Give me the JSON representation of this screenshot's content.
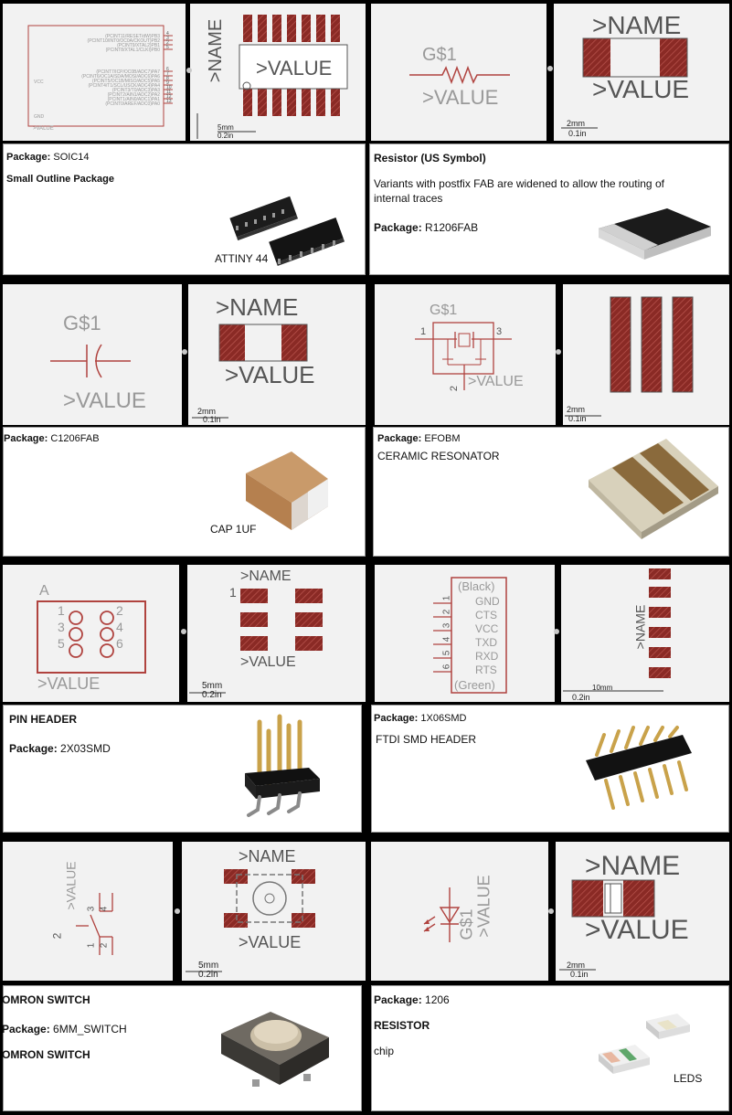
{
  "colors": {
    "symbol": "#b0433f",
    "pad": "#8a2a25",
    "text_gray": "#999999"
  },
  "cells": [
    {
      "id": "soic14",
      "symbol": {
        "power": "VCC",
        "gnd": "GND",
        "value": ">VALUE",
        "pins": [
          "(PCINT11/RESET/dW)PB3",
          "(PCINT10/INT0/OC0A/CKOUT)PB2",
          "(PCINT9/XTAL2)PB1",
          "(PCINT8/XTAL1/CLKI)PB0",
          "(PCINT7/ICP/OC0B/ADC7)PA7",
          "(PCINT6/OC1A/SDA/MOSI/ADC6)PA6",
          "(PCINT5/OC1B/MISO/ADC5)PA5",
          "(PCINT4/T1/SCL/USCK/ADC4)PA4",
          "(PCINT3/T0/ADC3)PA3",
          "(PCINT2/AIN1/ADC2)PA2",
          "(PCINT1/AIN0/ADC1)PA1",
          "(PCINT0/AREF/ADC0)PA0"
        ],
        "pin_numbers": [
          "4",
          "3",
          "2",
          "5",
          "6",
          "7",
          "8",
          "9",
          "10",
          "11",
          "12",
          "13"
        ]
      },
      "footprint": {
        "name": ">NAME",
        "value": ">VALUE",
        "scale_metric": "5mm",
        "scale_imperial": "0.2in"
      },
      "lines": [
        {
          "bold": "Package:",
          "text": " SOIC14"
        },
        {
          "bold": "Small Outline Package",
          "text": ""
        },
        {
          "bold": "",
          "text": "ATTINY 44"
        }
      ]
    },
    {
      "id": "r1206fab",
      "symbol": {
        "name": "G$1",
        "value": ">VALUE"
      },
      "footprint": {
        "name": ">NAME",
        "value": ">VALUE",
        "scale_metric": "2mm",
        "scale_imperial": "0.1in"
      },
      "lines": [
        {
          "bold": "Resistor (US Symbol)",
          "text": ""
        },
        {
          "bold": "",
          "text": "Variants with postfix FAB are widened to allow the routing of"
        },
        {
          "bold": "",
          "text": "internal traces"
        },
        {
          "bold": "Package:",
          "text": " R1206FAB"
        }
      ]
    },
    {
      "id": "c1206fab",
      "symbol": {
        "name": "G$1",
        "value": ">VALUE"
      },
      "footprint": {
        "name": ">NAME",
        "value": ">VALUE",
        "scale_metric": "2mm",
        "scale_imperial": "0.1in"
      },
      "lines": [
        {
          "bold": "Package:",
          "text": " C1206FAB"
        },
        {
          "bold": "",
          "text": "CAP 1UF"
        }
      ]
    },
    {
      "id": "efobm",
      "symbol": {
        "name": "G$1",
        "value": ">VALUE",
        "pin1": "1",
        "pin2": "2",
        "pin3": "3"
      },
      "footprint": {
        "scale_metric": "2mm",
        "scale_imperial": "0.1in"
      },
      "lines": [
        {
          "bold": "Package:",
          "text": " EFOBM"
        },
        {
          "bold": "",
          "text": "CERAMIC RESONATOR"
        }
      ]
    },
    {
      "id": "2x03smd",
      "symbol": {
        "name": "A",
        "value": ">VALUE",
        "pins": [
          "1",
          "2",
          "3",
          "4",
          "5",
          "6"
        ]
      },
      "footprint": {
        "name": ">NAME",
        "value": ">VALUE",
        "pin1": "1",
        "scale_metric": "5mm",
        "scale_imperial": "0.2in"
      },
      "lines": [
        {
          "bold": "PIN HEADER",
          "text": ""
        },
        {
          "bold": "Package:",
          "text": " 2X03SMD"
        }
      ]
    },
    {
      "id": "1x06smd",
      "symbol": {
        "top": "(Black)",
        "bottom": "(Green)",
        "pins": [
          "GND",
          "CTS",
          "VCC",
          "TXD",
          "RXD",
          "RTS"
        ],
        "nums": [
          "1",
          "2",
          "3",
          "4",
          "5",
          "6"
        ]
      },
      "footprint": {
        "name": ">NAME",
        "scale_metric": "10mm",
        "scale_imperial": "0.2in"
      },
      "lines": [
        {
          "bold": "Package:",
          "text": " 1X06SMD"
        },
        {
          "bold": "",
          "text": "FTDI SMD HEADER"
        }
      ]
    },
    {
      "id": "6mm_switch",
      "symbol": {
        "value": ">VALUE",
        "pins": [
          "1",
          "2",
          "3",
          "4"
        ],
        "left": "2"
      },
      "footprint": {
        "name": ">NAME",
        "value": ">VALUE",
        "scale_metric": "5mm",
        "scale_imperial": "0.2in"
      },
      "lines": [
        {
          "bold": "OMRON SWITCH",
          "text": ""
        },
        {
          "bold": "Package:",
          "text": " 6MM_SWITCH"
        },
        {
          "bold": "OMRON SWITCH",
          "text": ""
        }
      ]
    },
    {
      "id": "led1206",
      "symbol": {
        "name": "G$1",
        "value": ">VALUE"
      },
      "footprint": {
        "name": ">NAME",
        "value": ">VALUE",
        "scale_metric": "2mm",
        "scale_imperial": "0.1in"
      },
      "lines": [
        {
          "bold": "Package:",
          "text": " 1206"
        },
        {
          "bold": "RESISTOR",
          "text": ""
        },
        {
          "bold": "",
          "text": "chip"
        },
        {
          "bold": "",
          "text": "LEDS"
        }
      ]
    }
  ]
}
